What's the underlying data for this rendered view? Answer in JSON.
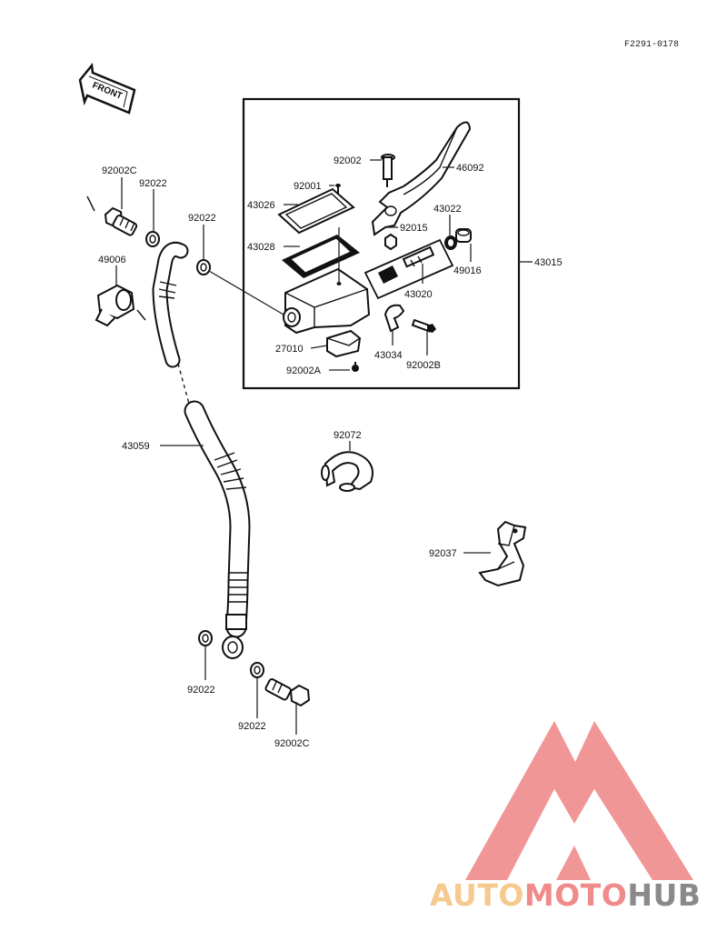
{
  "diagram_code": "F2291-0178",
  "front_label": "FRONT",
  "part_labels": {
    "l_92002c_top": "92002C",
    "l_92022_a": "92022",
    "l_92022_b": "92022",
    "l_49006": "49006",
    "l_43059": "43059",
    "l_92022_c": "92022",
    "l_92022_d": "92022",
    "l_92002c_bottom": "92002C",
    "l_92002_top": "92002",
    "l_92001": "92001",
    "l_43026": "43026",
    "l_43028": "43028",
    "l_27010": "27010",
    "l_92002a": "92002A",
    "l_46092": "46092",
    "l_43022": "43022",
    "l_92015": "92015",
    "l_49016": "49016",
    "l_43020": "43020",
    "l_43034": "43034",
    "l_92002b": "92002B",
    "l_43015": "43015",
    "l_92072": "92072",
    "l_92037": "92037"
  },
  "watermark": {
    "part1": "AUTO",
    "part2": "MOTO",
    "part3": "HUB",
    "color_light": "#f6c98f",
    "color_red": "#f08b8b",
    "color_dark": "#8a8a8a"
  }
}
